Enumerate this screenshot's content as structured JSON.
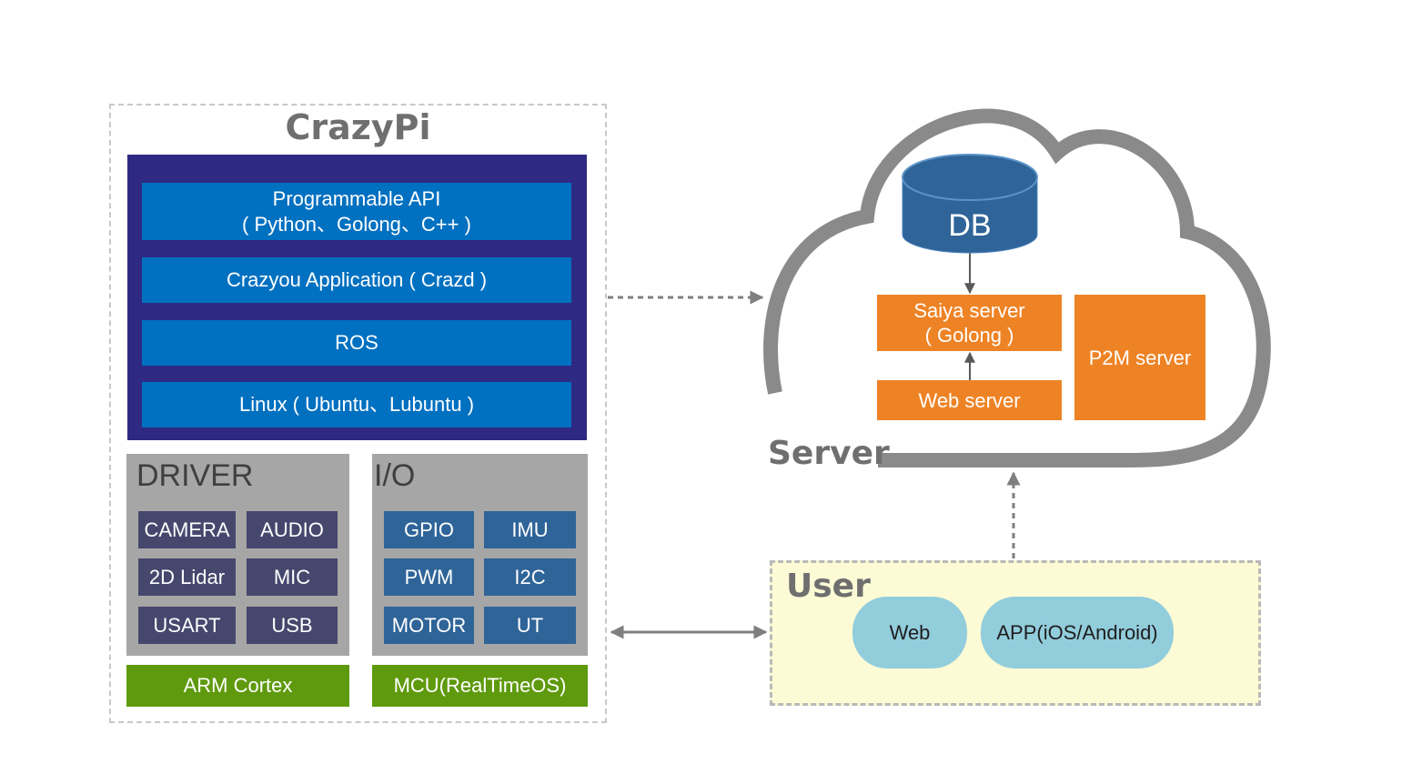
{
  "crazypi": {
    "title": "CrazyPi",
    "stack": [
      "Programmable API\n( Python、Golong、C++ )",
      "Crazyou Application ( Crazd )",
      "ROS",
      "Linux ( Ubuntu、Lubuntu )"
    ],
    "driver": {
      "title": "DRIVER",
      "items": [
        "CAMERA",
        "AUDIO",
        "2D Lidar",
        "MIC",
        "USART",
        "USB"
      ],
      "base": "ARM Cortex"
    },
    "io": {
      "title": "I/O",
      "items": [
        "GPIO",
        "IMU",
        "PWM",
        "I2C",
        "MOTOR",
        "UT"
      ],
      "base": "MCU(RealTimeOS)"
    }
  },
  "server": {
    "label": "Server",
    "db": "DB",
    "saiya": "Saiya server\n( Golong )",
    "web_server": "Web server",
    "p2m": "P2M server"
  },
  "user": {
    "title": "User",
    "web": "Web",
    "app": "APP(iOS/Android)"
  },
  "colors": {
    "stack_bg": "#2e2a83",
    "layer": "#0070c0",
    "panel": "#a6a6a6",
    "driver_cell": "#45476d",
    "io_cell": "#2f6498",
    "base": "#5f9a0e",
    "server_box": "#ee8325",
    "db": "#2f6498",
    "cloud": "#8a8a8a",
    "user_bg": "#fcfbd5",
    "pill": "#92cddc"
  }
}
